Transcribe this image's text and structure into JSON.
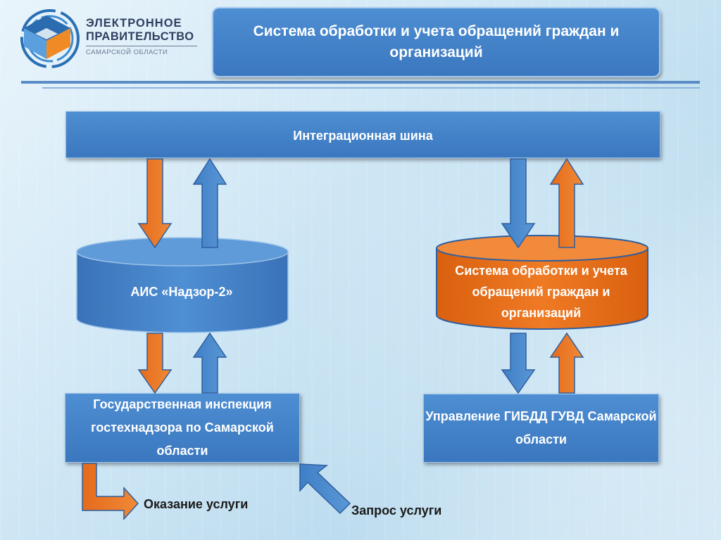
{
  "logo": {
    "line1": "ЭЛЕКТРОННОЕ",
    "line2": "ПРАВИТЕЛЬСТВО",
    "line3": "САМАРСКОЙ ОБЛАСТИ",
    "icon": "egov-logo-icon"
  },
  "title": "Система обработки и учета обращений граждан и организаций",
  "nodes": {
    "bus": "Интеграционная шина",
    "ais": "АИС «Надзор-2»",
    "system": "Система обработки и учета обращений граждан и организаций",
    "inspection": "Государственная инспекция гостехнадзора по Самарской области",
    "gibdd": "Управление ГИБДД ГУВД Самарской области"
  },
  "edge_labels": {
    "service": "Оказание услуги",
    "request": "Запрос услуги"
  },
  "colors": {
    "blue": "#3f7fc6",
    "orange": "#e46c1f",
    "outline": "#a9cbee"
  }
}
